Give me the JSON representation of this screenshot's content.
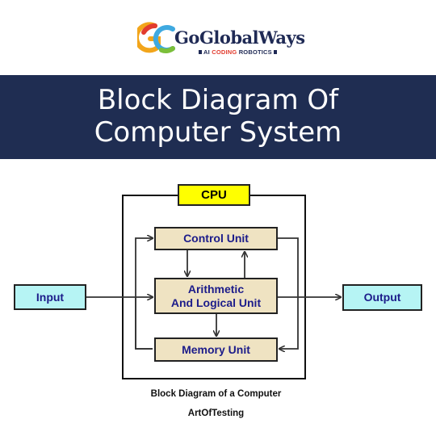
{
  "logo": {
    "name": "GoGlobalWays",
    "tagline_prefix": "AI ",
    "tagline_highlight": "CODING",
    "tagline_suffix": " ROBOTICS"
  },
  "banner": {
    "title_line1": "Block Diagram Of",
    "title_line2": "Computer System",
    "background": "#1f2d52"
  },
  "diagram": {
    "cpu_label": "CPU",
    "control_unit": "Control Unit",
    "alu_line1": "Arithmetic",
    "alu_line2": "And Logical Unit",
    "memory_unit": "Memory Unit",
    "input": "Input",
    "output": "Output",
    "caption": "Block Diagram of a Computer",
    "credit": "ArtOfTesting",
    "colors": {
      "cpu_label_fill": "#ffff00",
      "unit_fill": "#efe3c2",
      "io_fill": "#b6f4f4",
      "text": "#1c1c8a"
    }
  }
}
